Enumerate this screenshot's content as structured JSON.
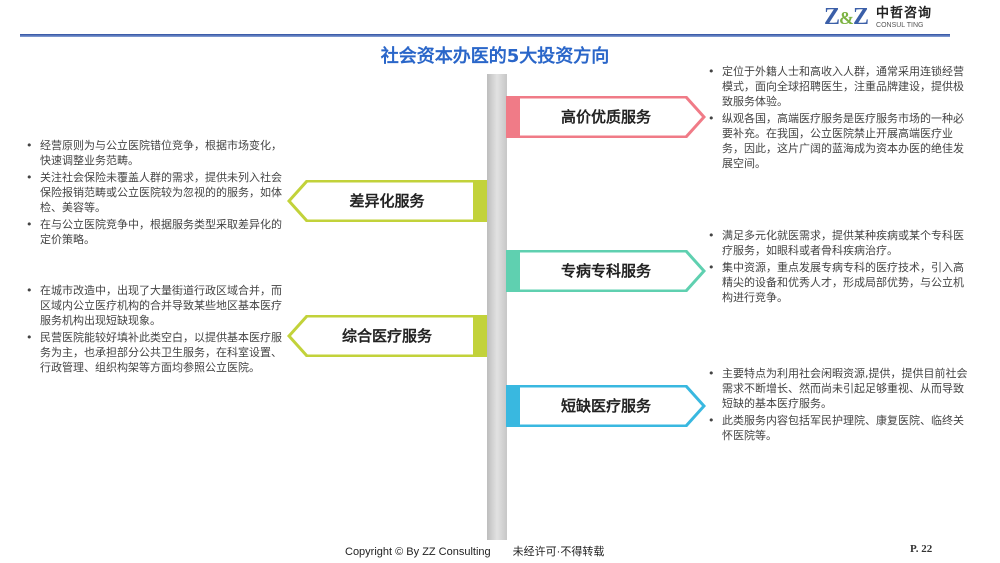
{
  "logo": {
    "mark": "Z&Z",
    "cn": "中哲咨询",
    "en": "CONSUL TING"
  },
  "title": "社会资本办医的5大投资方向",
  "colors": {
    "pink": "#f07b87",
    "green": "#c2d23a",
    "teal": "#5fd0b0",
    "blue": "#39b8e0",
    "title": "#2a66c9"
  },
  "signs": [
    {
      "label": "高价优质服务",
      "side": "right",
      "color": "#f07b87",
      "bullets": [
        "定位于外籍人士和高收入人群，通常采用连锁经营模式，面向全球招聘医生，注重品牌建设，提供极致服务体验。",
        "纵观各国，高端医疗服务是医疗服务市场的一种必要补充。在我国，公立医院禁止开展高端医疗业务，因此，这片广阔的蓝海成为资本办医的绝佳发展空间。"
      ]
    },
    {
      "label": "差异化服务",
      "side": "left",
      "color": "#c2d23a",
      "bullets": [
        "经营原则为与公立医院错位竞争，根据市场变化，快速调整业务范畴。",
        "关注社会保险未覆盖人群的需求，提供未列入社会保险报销范畴或公立医院较为忽视的的服务，如体检、美容等。",
        "在与公立医院竞争中，根据服务类型采取差异化的定价策略。"
      ]
    },
    {
      "label": "专病专科服务",
      "side": "right",
      "color": "#5fd0b0",
      "bullets": [
        "满足多元化就医需求，提供某种疾病或某个专科医疗服务，如眼科或者骨科疾病治疗。",
        "集中资源，重点发展专病专科的医疗技术，引入高精尖的设备和优秀人才，形成局部优势，与公立机构进行竞争。"
      ]
    },
    {
      "label": "综合医疗服务",
      "side": "left",
      "color": "#c2d23a",
      "bullets": [
        "在城市改造中，出现了大量街道行政区域合并，而区域内公立医疗机构的合并导致某些地区基本医疗服务机构出现短缺现象。",
        "民营医院能较好填补此类空白，以提供基本医疗服务为主，也承担部分公共卫生服务，在科室设置、行政管理、组织构架等方面均参照公立医院。"
      ]
    },
    {
      "label": "短缺医疗服务",
      "side": "right",
      "color": "#39b8e0",
      "bullets": [
        "主要特点为利用社会闲暇资源,提供，提供目前社会需求不断增长、然而尚未引起足够重视、从而导致短缺的基本医疗服务。",
        "此类服务内容包括军民护理院、康复医院、临终关怀医院等。"
      ]
    }
  ],
  "footer": {
    "copyright": "Copyright © By  ZZ Consulting",
    "notice": "未经许可·不得转载",
    "page": "P. 22"
  }
}
